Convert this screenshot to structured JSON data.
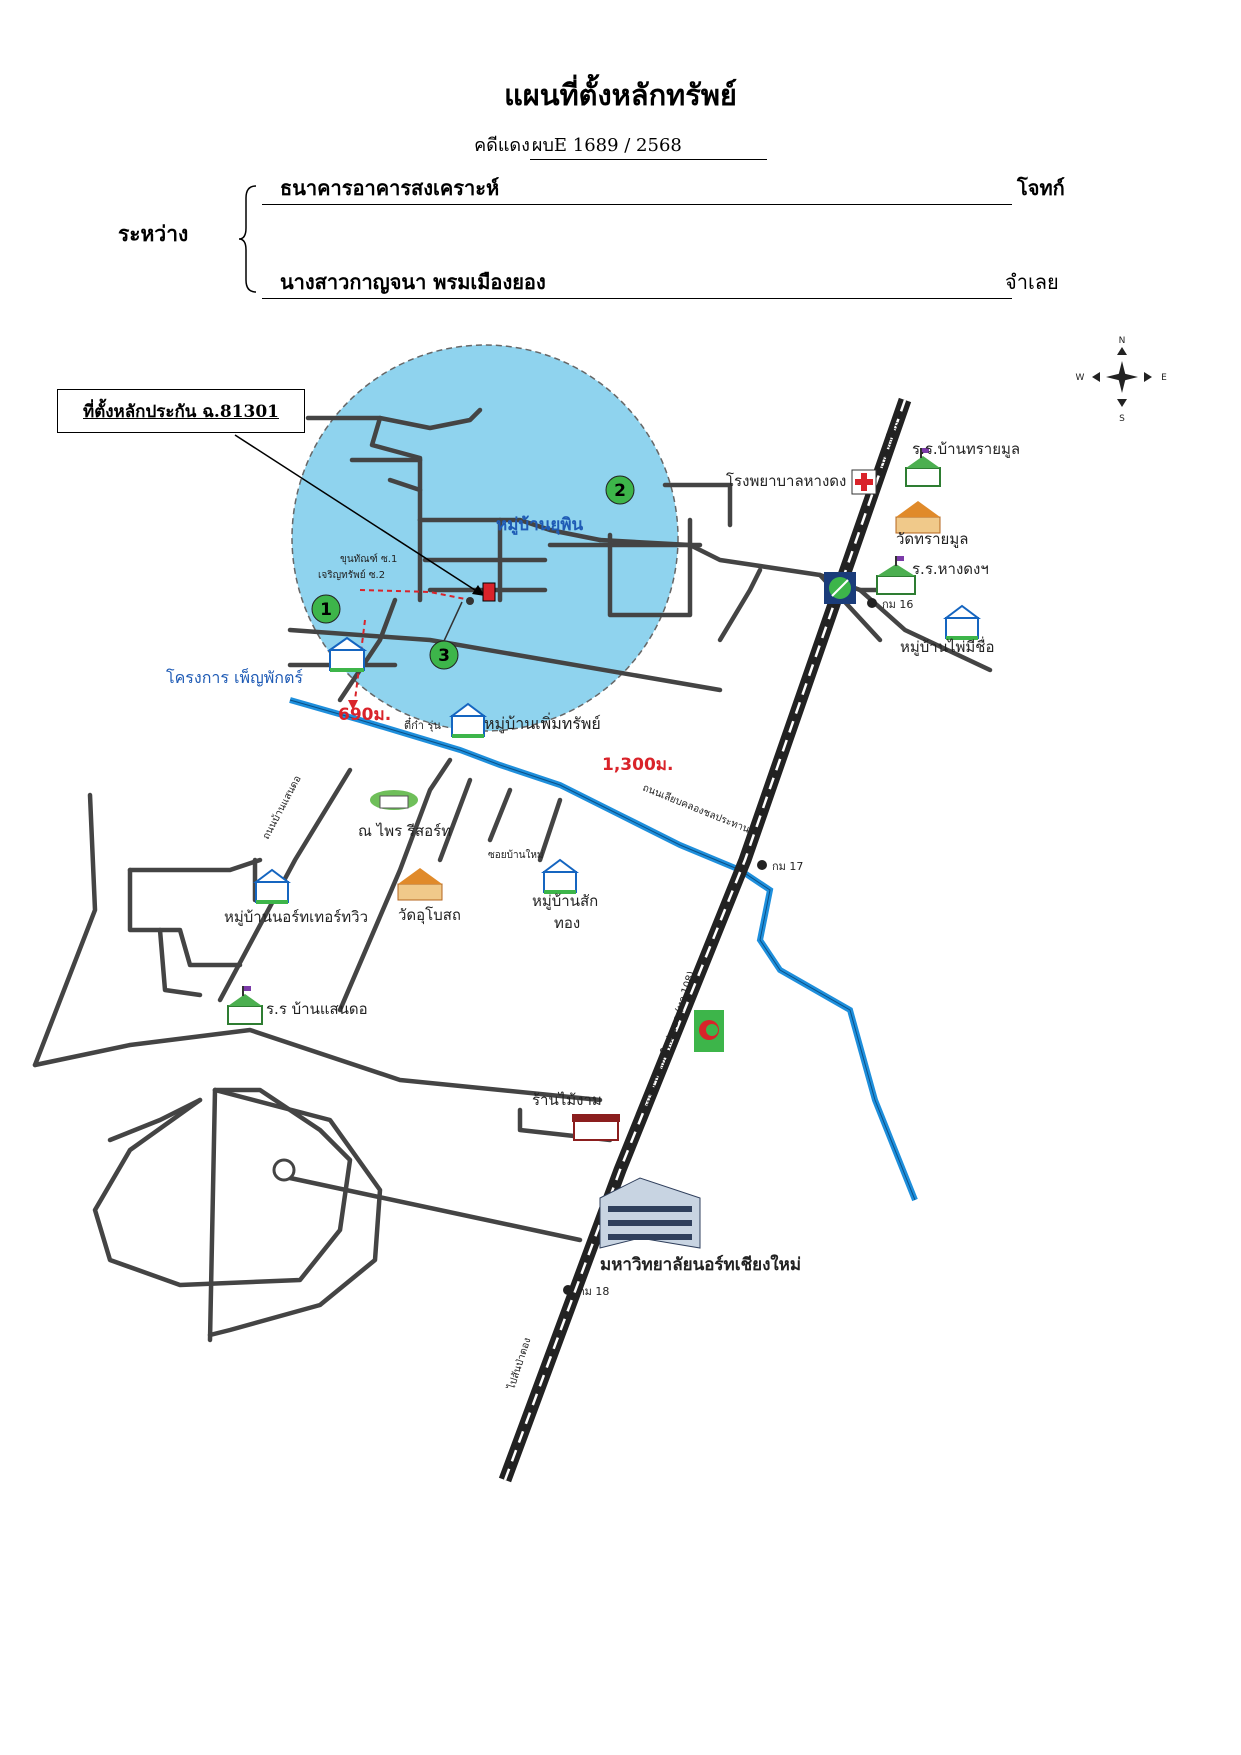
{
  "header": {
    "title": "แผนที่ตั้งหลักทรัพย์",
    "case_label": "คดีแดง",
    "case_number": "ผบE 1689 / 2568"
  },
  "parties": {
    "between_label": "ระหว่าง",
    "plaintiff": "ธนาคารอาคารสงเคราะห์",
    "plaintiff_role": "โจทก์",
    "defendant": "นางสาวกาญจนา  พรมเมืองยอง",
    "defendant_role": "จำเลย"
  },
  "map": {
    "location_box": "ที่ตั้งหลักประกัน ฉ.81301",
    "compass": {
      "n": "N",
      "s": "S",
      "e": "E",
      "w": "W"
    },
    "markers": [
      "1",
      "2",
      "3"
    ],
    "distances": {
      "d1": "690ม.",
      "d2": "1,300ม."
    },
    "roads": {
      "main_highway": "ถนนสายเชียงใหม่-ฮอด (ทล.108)",
      "canal_road": "ถนนเลียบคลองชลประทาน",
      "to_chiangmai": "ไปเชียงใหม่",
      "to_sanpatong": "ไปสันป่าตอง",
      "soi_banmai": "ซอยบ้านใหม่",
      "soi_sandok": "ถนนบ้านแสนดอ",
      "soi_1": "ขุนทัณฑ์ ซ.1",
      "soi_2": "เจริญทรัพย์ ซ.2"
    },
    "km_markers": [
      "กม 16",
      "กม 17",
      "กม 18"
    ],
    "places": {
      "hospital": "โรงพยาบาลหางดง",
      "school_saimun": "ร.ร.บ้านทรายมูล",
      "wat_saimun": "วัดทรายมูล",
      "school_hangdong": "ร.ร.หางดงฯ",
      "village_phinmaisue": "หมู่บ้านไพ่มีชื่อ",
      "village_yuphin": "หมู่บ้านยุพิน",
      "project_phen": "โครงการ เพ็ญพักตร์",
      "village_permsap": "หมู่บ้านเพิ่มทรัพย์",
      "chan": "ตี๋ก๋า รุ่น",
      "resort": "ณ ไพร รีสอร์ท",
      "village_north_hill": "หมู่บ้านนอร์ทเทอร์ทวิว",
      "wat_ubosot": "วัดอุโบสถ",
      "village_saktong_1": "หมู่บ้านสัก",
      "village_saktong_2": "ทอง",
      "school_sandok": "ร.ร บ้านแสนดอ",
      "shop": "ร้านไม้งาม",
      "university": "มหาวิทยาลัยนอร์ทเชียงใหม่"
    }
  },
  "colors": {
    "circle_fill": "#8fd3ee",
    "canal": "#1e8fdc",
    "distance_red": "#d9232a",
    "marker_green": "#3db54a",
    "project_blue": "#1f5bb5",
    "road": "#444444"
  }
}
